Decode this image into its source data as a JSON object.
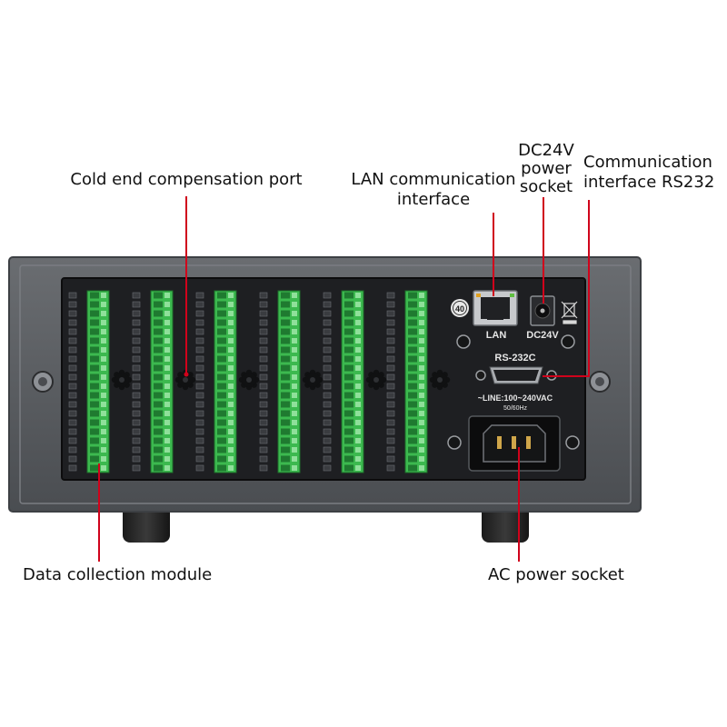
{
  "callouts": {
    "cold_end": "Cold end compensation port",
    "lan_line1": "LAN communication",
    "lan_line2": "interface",
    "dc_line1": "DC24V",
    "dc_line2": "power",
    "dc_line3": "socket",
    "comm_line1": "Communication",
    "comm_line2": "interface RS232",
    "data_module": "Data collection module",
    "ac_power": "AC power socket"
  },
  "panel_labels": {
    "lan": "LAN",
    "dc": "DC24V",
    "rs232": "RS-232C",
    "line_rating": "~LINE:100~240VAC",
    "frequency": "50/60Hz",
    "badge": "40"
  },
  "colors": {
    "leader": "#d0021b",
    "chassis": "#55585c",
    "panel": "#1e1f22",
    "terminal": "#3cb94f"
  },
  "modules": {
    "count": 6,
    "terminals_per_module": 20
  }
}
